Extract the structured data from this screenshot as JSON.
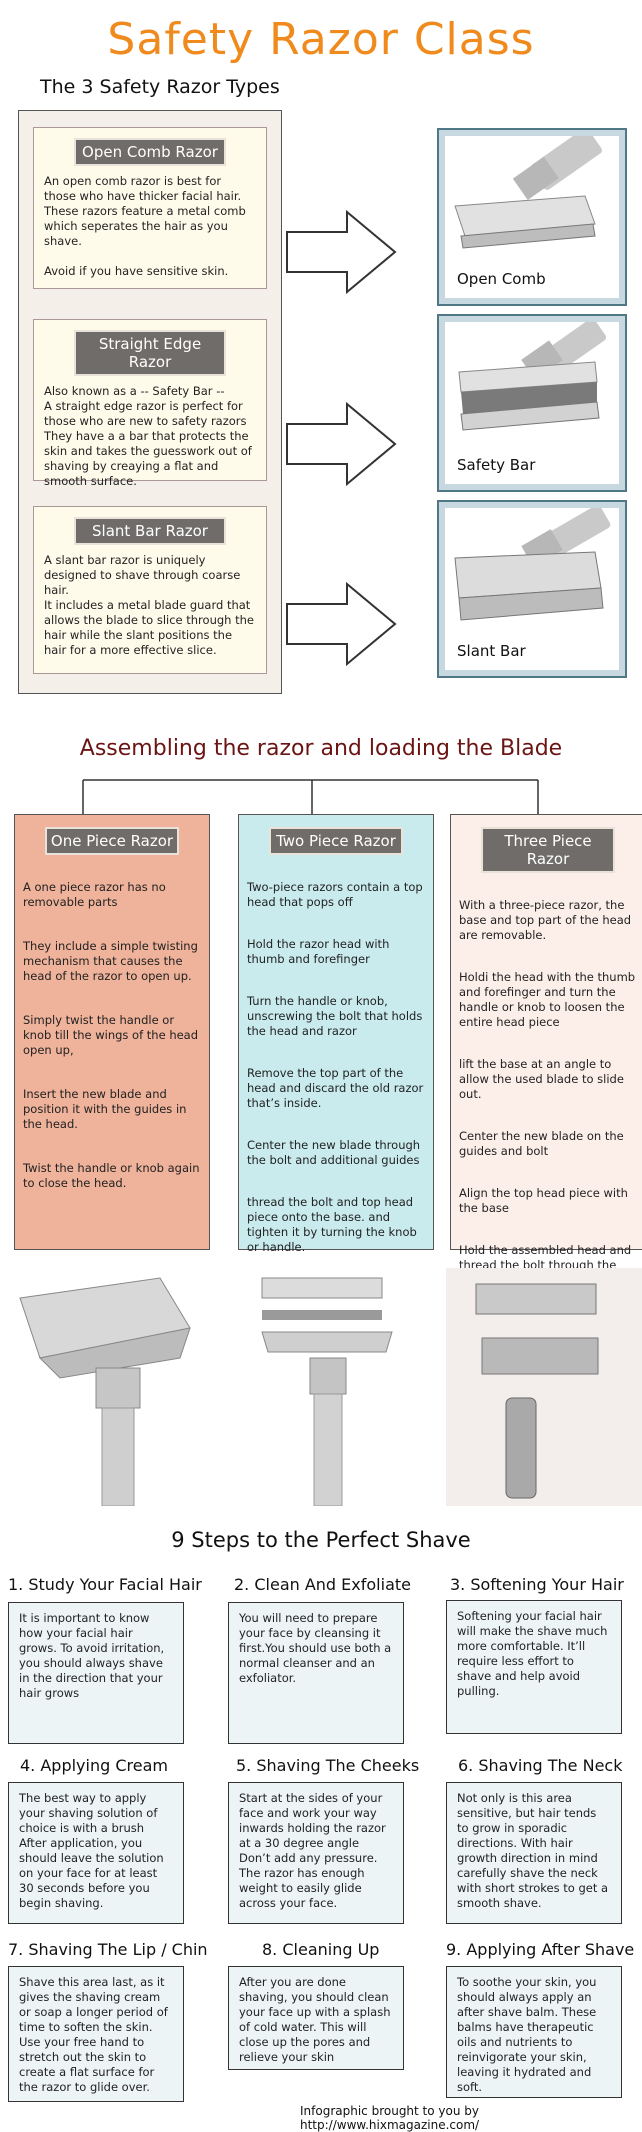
{
  "title": "Safety Razor Class",
  "types_heading": "The 3 Safety Razor Types",
  "razor_types": [
    {
      "name": "Open Comb Razor",
      "text": "An open comb razor is best for those who have thicker facial hair.\nThese razors feature a metal comb which seperates the hair as you shave.\n\n        Avoid if you have sensitive skin.",
      "photo_label": "Open Comb"
    },
    {
      "name": "Straight Edge Razor",
      "text": "Also known as a --   Safety Bar   --\nA straight edge razor is perfect for those who are new to safety razors\nThey have a a bar that protects the skin and takes the guesswork out of shaving by creaying a flat and smooth surface.",
      "photo_label": "Safety Bar"
    },
    {
      "name": "Slant Bar Razor",
      "text": "A slant bar razor is uniquely designed to shave through coarse hair.\nIt includes a metal blade guard that allows the blade to slice through the hair while the slant positions the hair for a more effective slice.",
      "photo_label": "Slant Bar"
    }
  ],
  "assemble_heading": "Assembling the razor and loading the Blade",
  "assembly": [
    {
      "name": "One Piece Razor",
      "color": "#efb29a",
      "paragraphs": [
        "A one piece razor has no removable parts",
        "They include a simple twisting mechanism that causes the head of the razor to open up.",
        "Simply twist the handle or knob till the wings of the head open up,",
        "Insert the new blade and position it with the guides in the head.",
        "Twist the handle or knob again to close the head."
      ]
    },
    {
      "name": "Two Piece Razor",
      "color": "#c9ebee",
      "paragraphs": [
        "Two-piece razors contain a top head that pops off",
        "Hold the razor head with thumb and forefinger",
        "Turn the handle or knob, unscrewing the bolt that holds the head and razor",
        "Remove the top part of the head and discard the old razor that’s inside.",
        "Center the new blade through the bolt and additional guides",
        "thread the bolt and top head piece onto the base. and tighten it by turning the knob or handle."
      ]
    },
    {
      "name": "Three Piece Razor",
      "color": "#fcefe9",
      "paragraphs": [
        "With a three-piece razor, the base and top part of the head are removable.",
        "Holdi the head with the thumb and forefinger and turn the handle or knob to loosen the entire head piece",
        "lift the base at an angle to allow the used blade to slide out.",
        "Center the new blade on the guides and bolt",
        "Align the top head piece with the base",
        "Hold the assembled head and thread the bolt through the handle"
      ]
    }
  ],
  "steps_heading": "9 Steps to the Perfect Shave",
  "steps": [
    {
      "title": "1. Study Your Facial Hair",
      "text": "It is important to know how your facial hair grows. To avoid irritation, you should always shave in the direction that your hair grows"
    },
    {
      "title": "2. Clean And Exfoliate",
      "text": "You will need to prepare your face by cleansing it first.You should use both a normal cleanser and an exfoliator."
    },
    {
      "title": "3. Softening Your Hair",
      "text": "Softening your facial hair will make the shave much more comfortable. It’ll require less effort to shave and help avoid pulling."
    },
    {
      "title": "4. Applying Cream",
      "text": "The best way to apply your shaving solution of choice is with a brush After application, you should leave the solution on your face for at least 30 seconds before you begin shaving."
    },
    {
      "title": "5. Shaving The Cheeks",
      "text": "Start at the sides of your face and work your way inwards holding the razor at a 30 degree angle Don’t add any pressure. The razor has enough weight to easily glide across your face."
    },
    {
      "title": "6. Shaving The Neck",
      "text": "Not only is this area sensitive, but hair tends to grow in sporadic directions. With hair growth direction in mind carefully shave the neck with short strokes to get a smooth shave."
    },
    {
      "title": "7. Shaving The Lip / Chin",
      "text": "Shave this area last, as it gives the shaving cream or soap a longer period of time to soften the skin. Use your free hand to stretch out the skin to create a flat surface for the razor to glide over."
    },
    {
      "title": "8. Cleaning Up",
      "text": "After you are done shaving, you should clean your face up with a splash of cold water. This will close up the pores and relieve your skin"
    },
    {
      "title": "9. Applying After Shave",
      "text": "To soothe your skin, you should always apply an after shave balm. These balms have therapeutic oils and nutrients to reinvigorate your skin, leaving it hydrated and soft."
    }
  ],
  "credit": "Infographic brought to you by http://www.hixmagazine.com/",
  "colors": {
    "title": "#f08a1c",
    "assemble_heading": "#6b1414",
    "label_bg": "#6f6c6a",
    "panel_bg": "#f5efe9",
    "card_bg": "#fffbea",
    "step_bg": "#ecf4f6"
  }
}
